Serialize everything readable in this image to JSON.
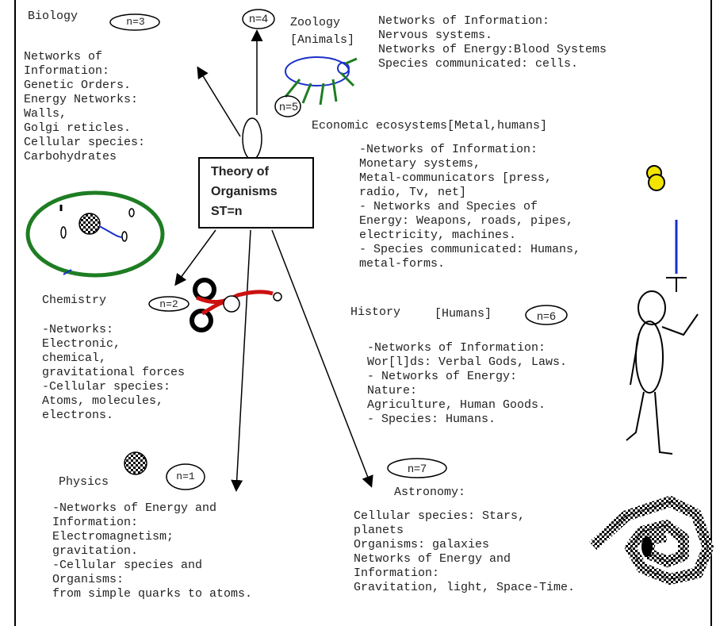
{
  "center": {
    "line1": "Theory of",
    "line2": "Organisms",
    "line3": "ST=n"
  },
  "biology": {
    "title": "Biology",
    "n": "n=3",
    "lines": [
      "Networks of",
      "Information:",
      "Genetic Orders.",
      "Energy Networks:",
      "Walls,",
      "Golgi reticles.",
      "Cellular species:",
      "Carbohydrates"
    ]
  },
  "zoology": {
    "title1": "Zoology",
    "title2": "[Animals]",
    "n": "n=4",
    "n_alt": "n=5",
    "lines": [
      "Networks of Information:",
      "Nervous systems.",
      "Networks of Energy:Blood Systems",
      "Species communicated: cells."
    ]
  },
  "economic": {
    "title": "Economic ecosystems[Metal,humans]",
    "lines": [
      "-Networks of Information:",
      "Monetary systems,",
      "Metal-communicators [press,",
      "radio, Tv, net]",
      "- Networks and Species of",
      "Energy: Weapons, roads, pipes,",
      "electricity, machines.",
      "- Species communicated: Humans,",
      "metal-forms."
    ]
  },
  "chemistry": {
    "title": "Chemistry",
    "n": "n=2",
    "lines": [
      "-Networks:",
      "Electronic,",
      "chemical,",
      "gravitational forces",
      "-Cellular species:",
      "Atoms, molecules,",
      "electrons."
    ]
  },
  "history": {
    "title": "History",
    "sub": "[Humans]",
    "n": "n=6",
    "lines": [
      "-Networks of Information:",
      "Wor[l]ds: Verbal Gods, Laws.",
      "- Networks of Energy:",
      "Nature:",
      "Agriculture, Human Goods.",
      "- Species: Humans."
    ]
  },
  "physics": {
    "title": "Physics",
    "n": "n=1",
    "lines": [
      "-Networks of Energy and",
      "Information:",
      "Electromagnetism;",
      "gravitation.",
      "-Cellular species and",
      "Organisms:",
      "from simple quarks to atoms."
    ]
  },
  "astronomy": {
    "title": "Astronomy:",
    "n": "n=7",
    "lines": [
      "Cellular species: Stars,",
      "planets",
      "Organisms: galaxies",
      "Networks of Energy and",
      "Information:",
      "Gravitation, light, Space-Time."
    ]
  },
  "colors": {
    "cell_wall": "#1e7d22",
    "blood": "#cc1111",
    "nerve": "#1a2fc9",
    "coin": "#f2e500"
  }
}
